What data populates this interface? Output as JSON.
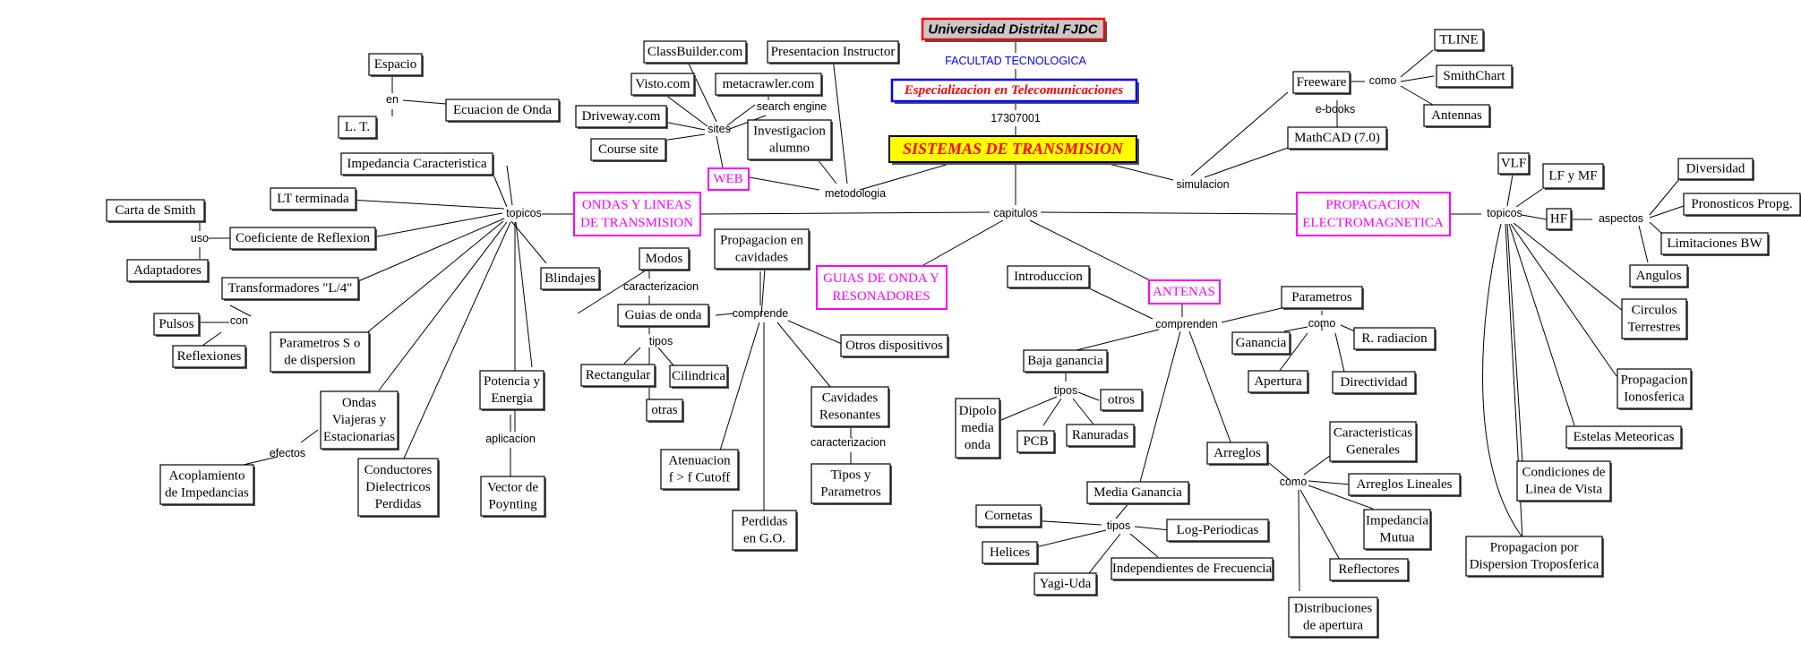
{
  "header": {
    "university": "Universidad Distrital FJDC",
    "faculty": "FACULTAD TECNOLOGICA",
    "specialization": "Especializacion en Telecomunicaciones",
    "code": "17307001",
    "title": "SISTEMAS DE TRANSMISION"
  },
  "links": {
    "capitulos": "capitulos",
    "metodologia": "metodologia",
    "simulacion": "simulacion",
    "sites": "sites",
    "search_engine": "search engine",
    "freeware_como": "como",
    "ebooks": "e-books",
    "topicos_left": "topicos",
    "en": "en",
    "uso": "uso",
    "con": "con",
    "efectos": "efectos",
    "aplicacion": "aplicacion",
    "caracterizacion_guias": "caracterizacion",
    "tipos_guias": "tipos",
    "comprende": "comprende",
    "caracterizacion_cav": "caracterizacion",
    "comprenden": "comprenden",
    "tipos_baja": "tipos",
    "parametros_como": "como",
    "arreglos_como": "como",
    "tipos_media": "tipos",
    "topicos_right": "topicos",
    "aspectos": "aspectos"
  },
  "branches": {
    "ondas": [
      "ONDAS Y LINEAS",
      "DE TRANSMISION"
    ],
    "guias": [
      "GUIAS DE ONDA Y",
      "RESONADORES"
    ],
    "antenas": [
      "ANTENAS"
    ],
    "propagacion": [
      "PROPAGACION",
      "ELECTROMAGNETICA"
    ],
    "web": [
      "WEB"
    ]
  },
  "concepts": {
    "classbuilder": [
      "ClassBuilder.com"
    ],
    "presentacion": [
      "Presentacion Instructor"
    ],
    "visto": [
      "Visto.com"
    ],
    "metacrawler": [
      "metacrawler.com"
    ],
    "driveway": [
      "Driveway.com"
    ],
    "investigacion": [
      "Investigacion",
      "alumno"
    ],
    "course": [
      "Course site"
    ],
    "tline": [
      "TLINE"
    ],
    "freeware": [
      "Freeware"
    ],
    "smithchart": [
      "SmithChart"
    ],
    "antennas": [
      "Antennas"
    ],
    "mathcad": [
      "MathCAD (7.0)"
    ],
    "espacio": [
      "Espacio"
    ],
    "ecuacion": [
      "Ecuacion de Onda"
    ],
    "lt": [
      "L. T."
    ],
    "impedancia": [
      "Impedancia Caracteristica"
    ],
    "ltterminada": [
      "LT terminada"
    ],
    "carta": [
      "Carta de Smith"
    ],
    "coeficiente": [
      "Coeficiente de Reflexion"
    ],
    "adaptadores": [
      "Adaptadores"
    ],
    "transformadores": [
      "Transformadores \"L/4\""
    ],
    "blindajes": [
      "Blindajes"
    ],
    "pulsos": [
      "Pulsos"
    ],
    "reflexiones": [
      "Reflexiones"
    ],
    "parametross": [
      "Parametros S o",
      "de dispersion"
    ],
    "potencia": [
      "Potencia y",
      "Energia"
    ],
    "ondasviajeras": [
      "Ondas",
      "Viajeras y",
      "Estacionarias"
    ],
    "acoplamiento": [
      "Acoplamiento",
      "de Impedancias"
    ],
    "conductores": [
      "Conductores",
      "Dielectricos",
      "Perdidas"
    ],
    "vector": [
      "Vector de",
      "Poynting"
    ],
    "modos": [
      "Modos"
    ],
    "propcav": [
      "Propagacion en",
      "cavidades"
    ],
    "guiasonda": [
      "Guias de onda"
    ],
    "otrosdisp": [
      "Otros dispositivos"
    ],
    "rectangular": [
      "Rectangular"
    ],
    "cilindrica": [
      "Cilindrica"
    ],
    "otras": [
      "otras"
    ],
    "cavidades": [
      "Cavidades",
      "Resonantes"
    ],
    "atenuacion": [
      "Atenuacion",
      "f > f Cutoff"
    ],
    "tipospar": [
      "Tipos y",
      "Parametros"
    ],
    "perdidasgo": [
      "Perdidas",
      "en G.O."
    ],
    "introduccion": [
      "Introduccion"
    ],
    "parametros": [
      "Parametros"
    ],
    "bajaganancia": [
      "Baja ganancia"
    ],
    "ganancia": [
      "Ganancia"
    ],
    "rradiacion": [
      "R. radiacion"
    ],
    "otros": [
      "otros"
    ],
    "apertura": [
      "Apertura"
    ],
    "directividad": [
      "Directividad"
    ],
    "dipolo": [
      "Dipolo",
      "media",
      "onda"
    ],
    "pcb": [
      "PCB"
    ],
    "ranuradas": [
      "Ranuradas"
    ],
    "arreglos": [
      "Arreglos"
    ],
    "caracgen": [
      "Caracteristicas",
      "Generales"
    ],
    "mediaganancia": [
      "Media Ganancia"
    ],
    "arreglineales": [
      "Arreglos Lineales"
    ],
    "cornetas": [
      "Cornetas"
    ],
    "logper": [
      "Log-Periodicas"
    ],
    "impmutua": [
      "Impedancia",
      "Mutua"
    ],
    "helices": [
      "Helices"
    ],
    "indepfrec": [
      "Independientes de Frecuencia"
    ],
    "reflectores": [
      "Reflectores"
    ],
    "yagi": [
      "Yagi-Uda"
    ],
    "distribuciones": [
      "Distribuciones",
      "de apertura"
    ],
    "vlf": [
      "VLF"
    ],
    "lfmf": [
      "LF y MF"
    ],
    "diversidad": [
      "Diversidad"
    ],
    "hf": [
      "HF"
    ],
    "pronosticos": [
      "Pronosticos Propg."
    ],
    "limitaciones": [
      "Limitaciones BW"
    ],
    "angulos": [
      "Angulos"
    ],
    "circulos": [
      "Circulos",
      "Terrestres"
    ],
    "propiono": [
      "Propagacion",
      "Ionosferica"
    ],
    "estelas": [
      "Estelas Meteoricas"
    ],
    "condiciones": [
      "Condiciones de",
      "Linea de Vista"
    ],
    "proptropo": [
      "Propagacion por",
      "Dispersion Troposferica"
    ]
  },
  "colors": {
    "branch_magenta": "#ff00ff",
    "faculty_blue": "#0000ff",
    "specialization_red": "#ff0000",
    "title_fill_yellow": "#ffff00",
    "university_fill_gray": "#c8c8c8"
  }
}
